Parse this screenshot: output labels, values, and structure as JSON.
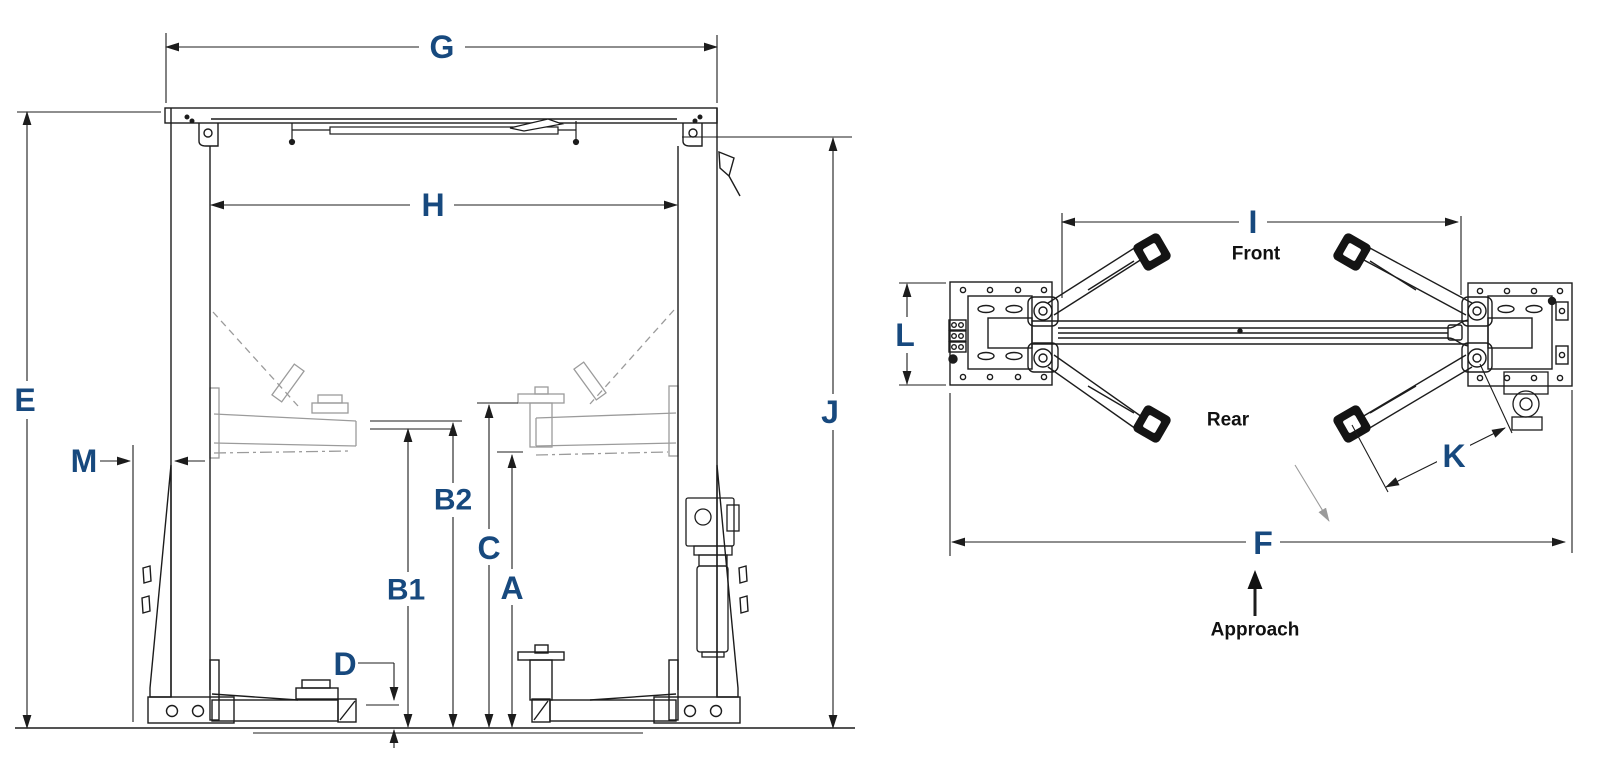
{
  "colors": {
    "label_blue": "#17497E",
    "line_black": "#1c1c1c",
    "phantom_gray": "#9b9b9b",
    "text_black": "#111111"
  },
  "front_view": {
    "dims": {
      "G": "G",
      "H": "H",
      "E": "E",
      "J": "J",
      "M": "M",
      "B2": "B2",
      "B1": "B1",
      "C": "C",
      "A": "A",
      "D": "D"
    }
  },
  "top_view": {
    "dims": {
      "I": "I",
      "L": "L",
      "K": "K",
      "F": "F"
    },
    "notes": {
      "front": "Front",
      "rear": "Rear",
      "approach": "Approach"
    }
  }
}
